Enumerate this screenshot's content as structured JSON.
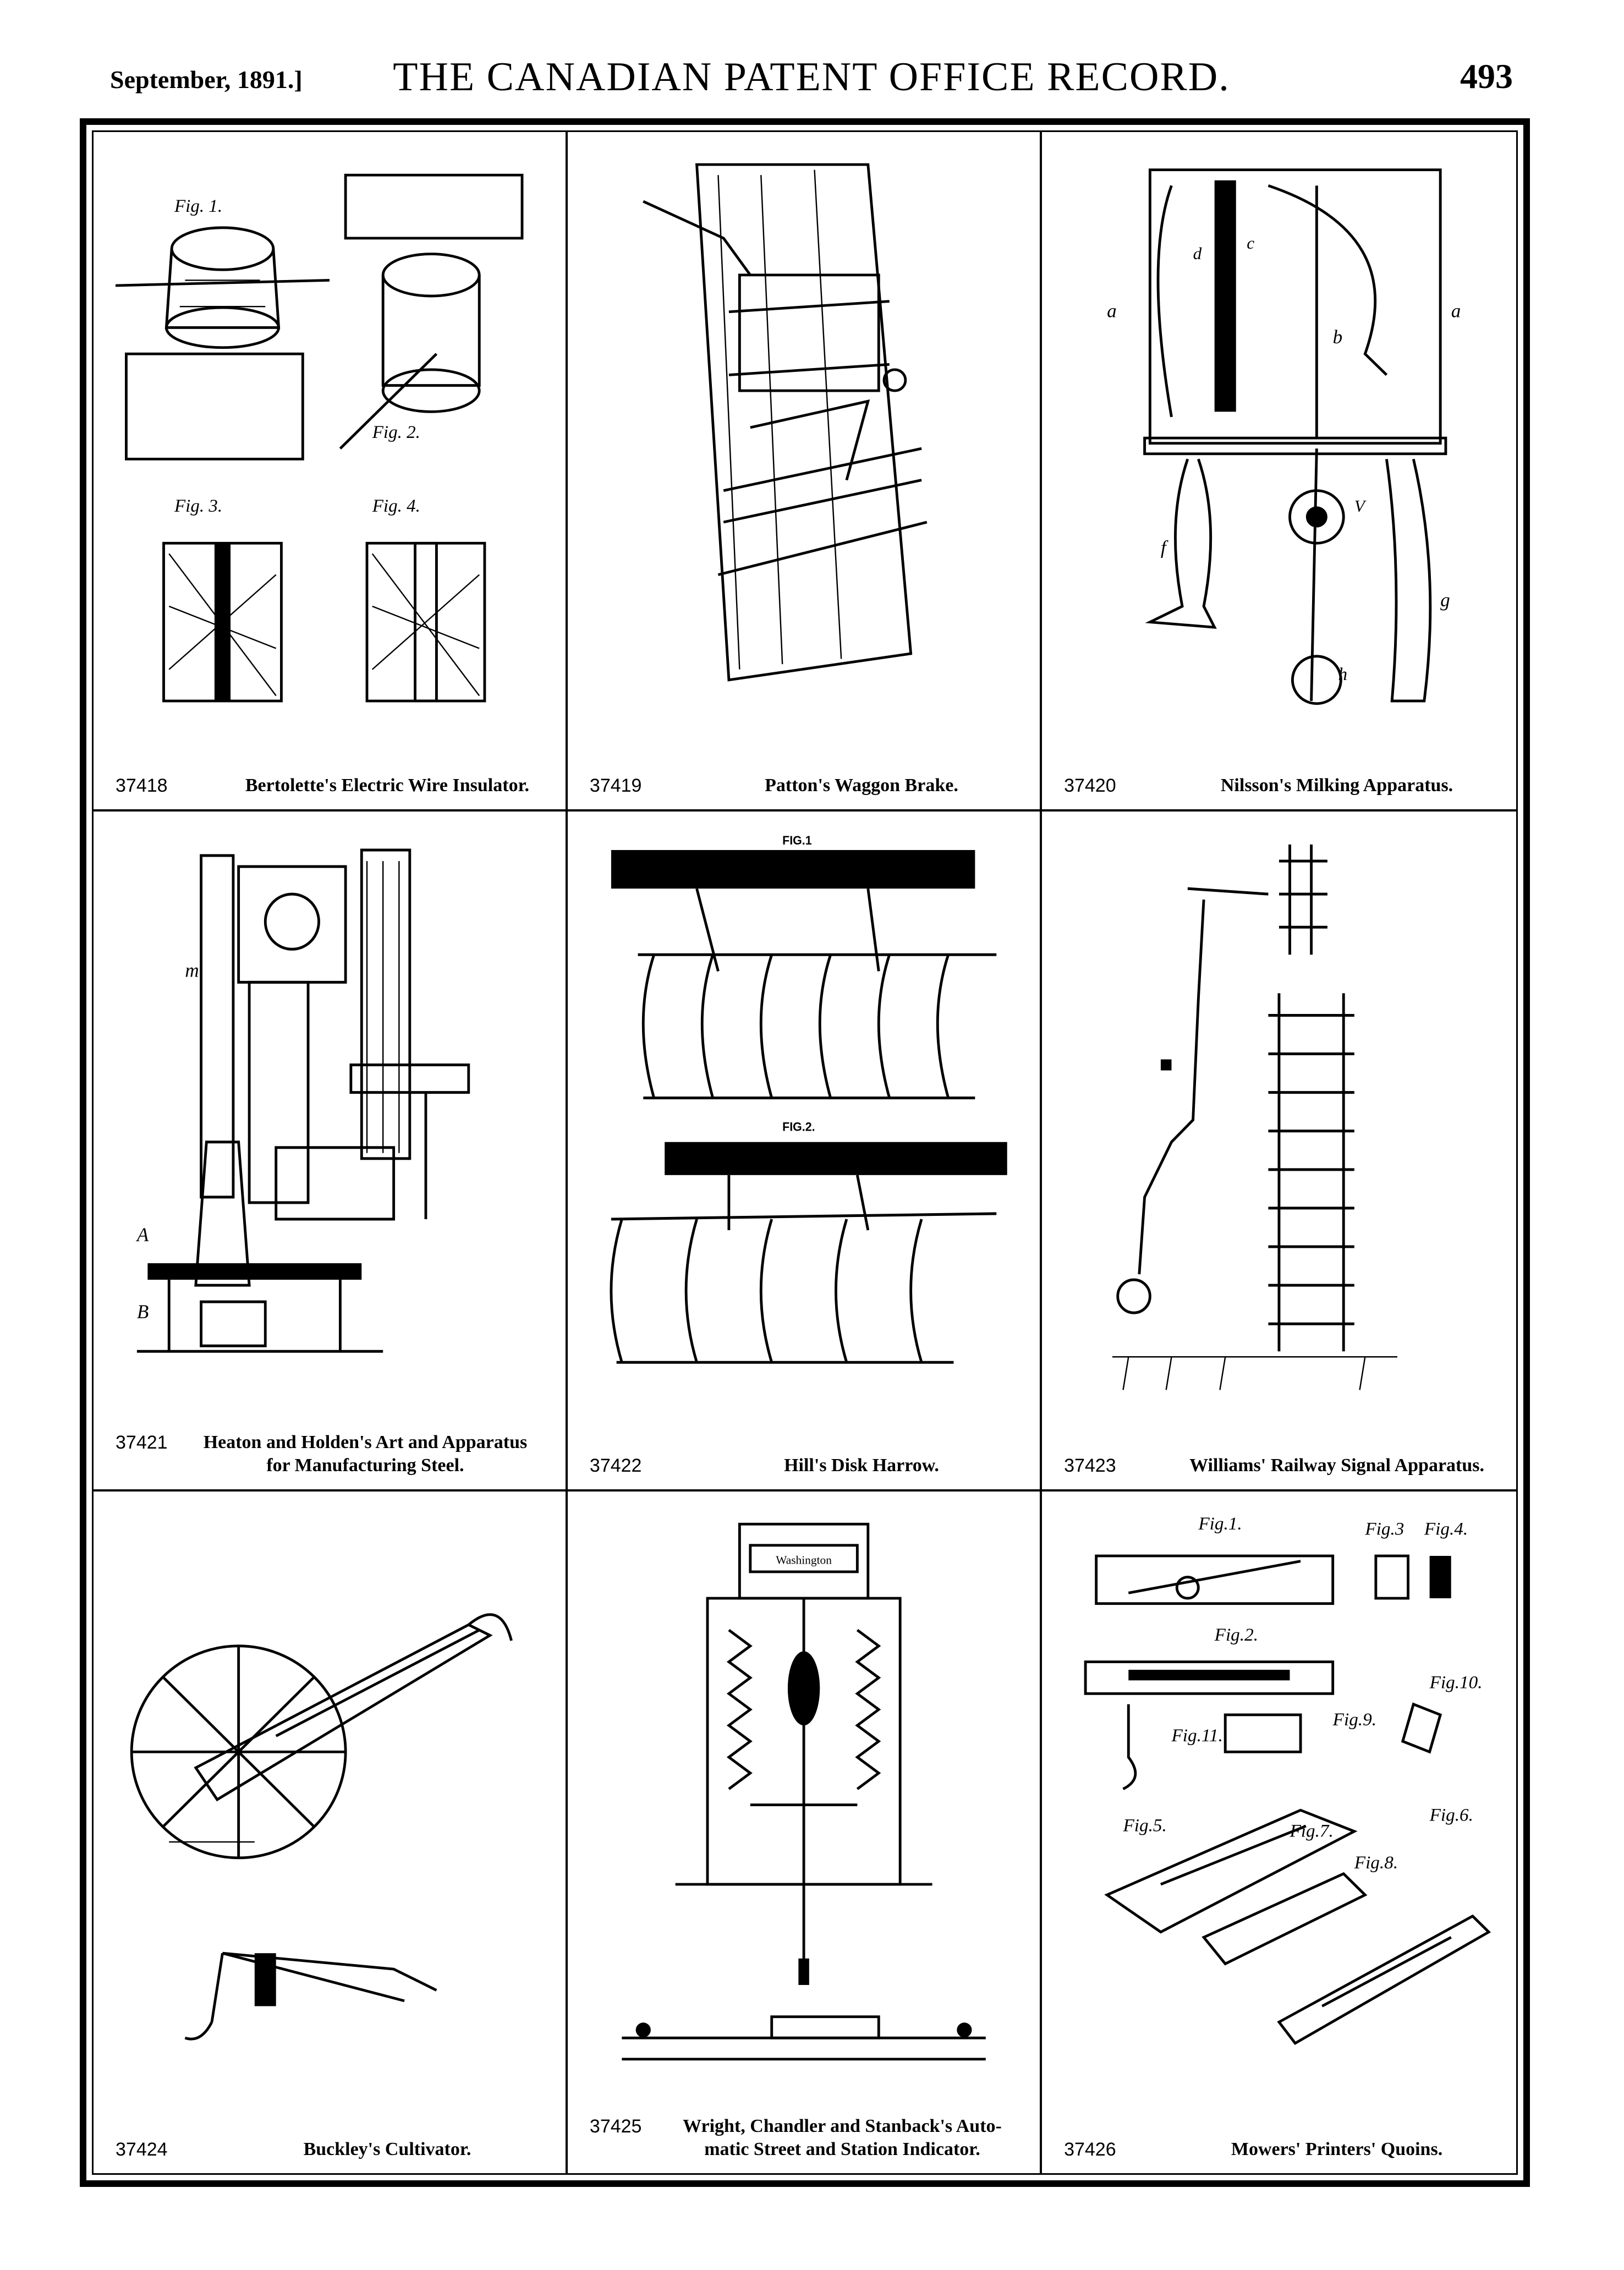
{
  "header": {
    "date": "September, 1891.]",
    "title": "THE CANADIAN PATENT OFFICE RECORD.",
    "page_number": "493"
  },
  "patents": [
    {
      "number": "37418",
      "title": "Bertolette's Electric Wire Insulator.",
      "title2": "",
      "figure_labels": [
        "Fig. 1.",
        "Fig. 2.",
        "Fig. 3.",
        "Fig. 4."
      ]
    },
    {
      "number": "37419",
      "title": "Patton's Waggon Brake.",
      "title2": "",
      "figure_labels": []
    },
    {
      "number": "37420",
      "title": "Nilsson's Milking Apparatus.",
      "title2": "",
      "figure_labels": [
        "a",
        "a",
        "b",
        "c",
        "d",
        "f",
        "g",
        "h",
        "V"
      ]
    },
    {
      "number": "37421",
      "title": "Heaton and Holden's Art and Apparatus",
      "title2": "for Manufacturing Steel.",
      "figure_labels": [
        "m",
        "A",
        "B"
      ]
    },
    {
      "number": "37422",
      "title": "Hill's Disk Harrow.",
      "title2": "",
      "figure_labels": [
        "FIG.1",
        "FIG.2."
      ]
    },
    {
      "number": "37423",
      "title": "Williams' Railway Signal Apparatus.",
      "title2": "",
      "figure_labels": []
    },
    {
      "number": "37424",
      "title": "Buckley's Cultivator.",
      "title2": "",
      "figure_labels": []
    },
    {
      "number": "37425",
      "title": "Wright, Chandler and Stanback's Auto-",
      "title2": "matic Street and Station Indicator.",
      "figure_labels": [
        "Washington"
      ]
    },
    {
      "number": "37426",
      "title": "Mowers' Printers' Quoins.",
      "title2": "",
      "figure_labels": [
        "Fig.1.",
        "Fig.2.",
        "Fig.3",
        "Fig.4.",
        "Fig.5.",
        "Fig.6.",
        "Fig.7.",
        "Fig.8.",
        "Fig.9.",
        "Fig.10.",
        "Fig.11."
      ]
    }
  ]
}
